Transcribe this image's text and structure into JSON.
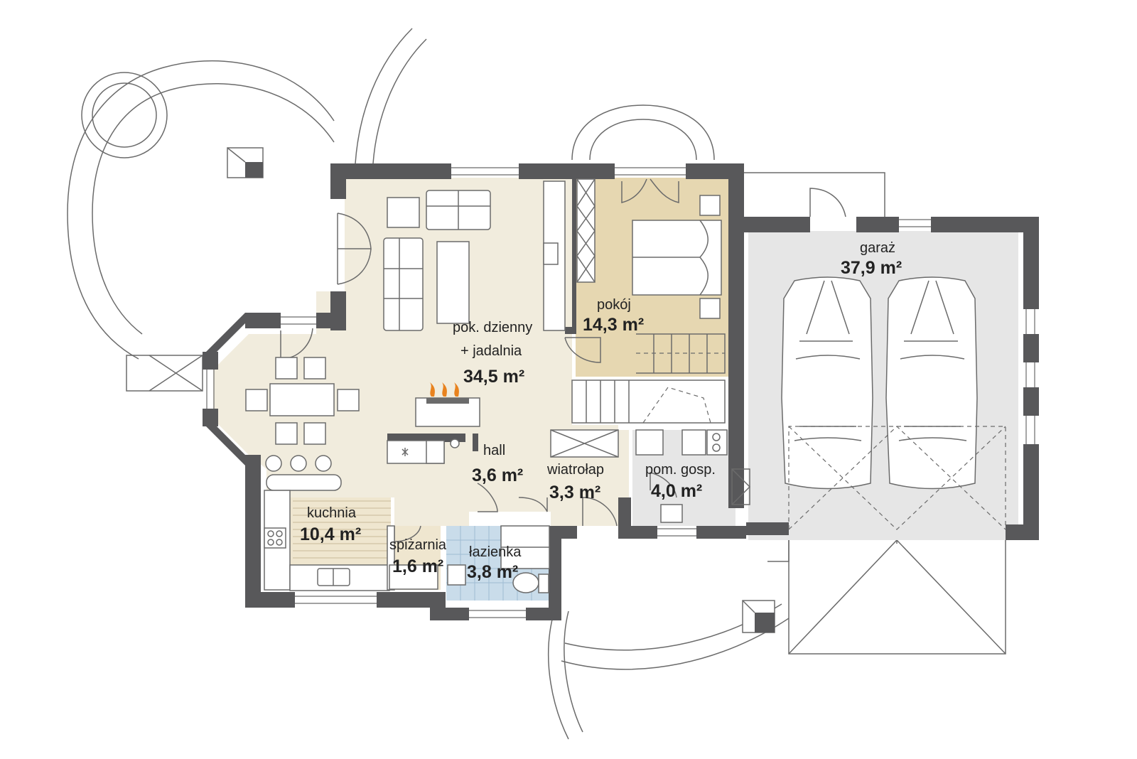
{
  "colors": {
    "wall": "#58585a",
    "living_floor": "#f1ecdd",
    "bedroom_floor": "#e6d7b1",
    "garage_floor": "#e6e6e6",
    "bathroom_tile": "#c9dcea",
    "kitchen_floor": "#efe6cf",
    "fireplace_flame": "#e8821e",
    "background": "#ffffff"
  },
  "rooms": {
    "living": {
      "name_line1": "pok. dzienny",
      "name_line2": "+ jadalnia",
      "area": "34,5 m²"
    },
    "bedroom": {
      "name": "pokój",
      "area": "14,3 m²"
    },
    "garage": {
      "name": "garaż",
      "area": "37,9 m²"
    },
    "hall": {
      "name": "hall",
      "area": "3,6 m²"
    },
    "vestibule": {
      "name": "wiatrołap",
      "area": "3,3 m²"
    },
    "utility": {
      "name": "pom. gosp.",
      "area": "4,0 m²"
    },
    "kitchen": {
      "name": "kuchnia",
      "area": "10,4 m²"
    },
    "pantry": {
      "name": "spiżarnia",
      "area": "1,6 m²"
    },
    "bathroom": {
      "name": "łazienka",
      "area": "3,8 m²"
    }
  }
}
